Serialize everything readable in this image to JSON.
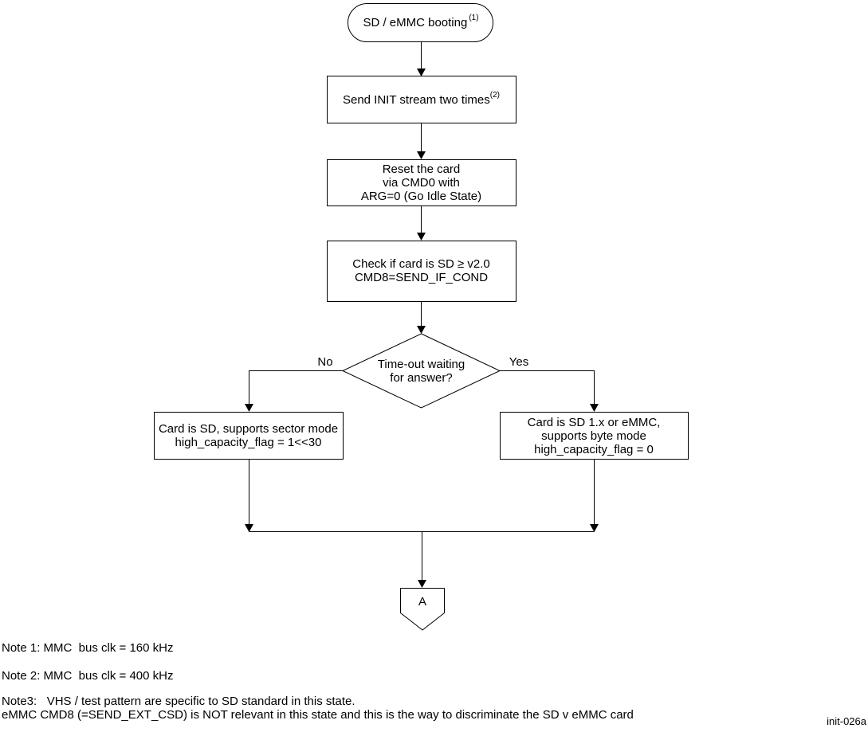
{
  "figure": {
    "id": "init-026a",
    "colors": {
      "line": "#000000",
      "background": "#ffffff",
      "text": "#000000"
    },
    "nodes": {
      "start": {
        "text": "SD / eMMC booting",
        "sup": "(1)"
      },
      "send_init": {
        "text": "Send INIT stream two times",
        "sup": "(2)"
      },
      "reset_card": {
        "text": "Reset the card\nvia CMD0 with\nARG=0 (Go Idle State)"
      },
      "check_sd": {
        "text": "Check if card is SD ≥ v2.0\nCMD8=SEND_IF_COND"
      },
      "timeout_decision": {
        "text": "Time-out waiting\nfor answer?"
      },
      "sector_mode": {
        "text": "Card is SD, supports sector mode\nhigh_capacity_flag = 1<<30"
      },
      "byte_mode": {
        "text": "Card is SD 1.x or eMMC,\nsupports byte mode\nhigh_capacity_flag = 0"
      },
      "offpage_connector": {
        "text": "A"
      }
    },
    "edges": {
      "no_label": "No",
      "yes_label": "Yes"
    },
    "notes": {
      "note1": "Note 1: MMC  bus clk = 160 kHz",
      "note2": "Note 2: MMC  bus clk = 400 kHz",
      "note3": "Note3:   VHS / test pattern are specific to SD standard in this state.\neMMC CMD8 (=SEND_EXT_CSD) is NOT relevant in this state and this is the way to discriminate the SD v eMMC card"
    }
  }
}
